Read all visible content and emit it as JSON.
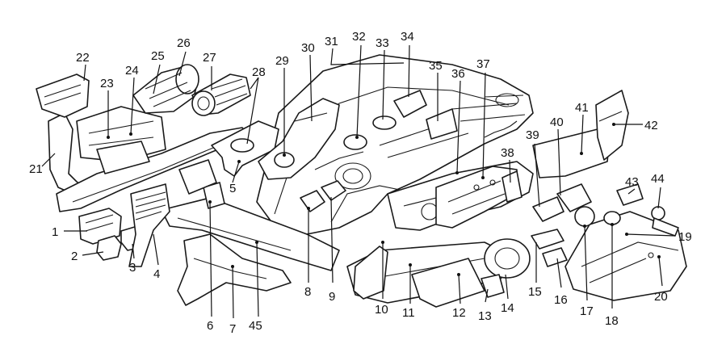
{
  "diagram": {
    "callouts": [
      {
        "id": "1",
        "label": "1"
      },
      {
        "id": "2",
        "label": "2"
      },
      {
        "id": "3",
        "label": "3"
      },
      {
        "id": "4",
        "label": "4"
      },
      {
        "id": "5",
        "label": "5"
      },
      {
        "id": "6",
        "label": "6"
      },
      {
        "id": "7",
        "label": "7"
      },
      {
        "id": "8",
        "label": "8"
      },
      {
        "id": "9",
        "label": "9"
      },
      {
        "id": "10",
        "label": "10"
      },
      {
        "id": "11",
        "label": "11"
      },
      {
        "id": "12",
        "label": "12"
      },
      {
        "id": "13",
        "label": "13"
      },
      {
        "id": "14",
        "label": "14"
      },
      {
        "id": "15",
        "label": "15"
      },
      {
        "id": "16",
        "label": "16"
      },
      {
        "id": "17",
        "label": "17"
      },
      {
        "id": "18",
        "label": "18"
      },
      {
        "id": "19",
        "label": "19"
      },
      {
        "id": "20",
        "label": "20"
      },
      {
        "id": "21",
        "label": "21"
      },
      {
        "id": "22",
        "label": "22"
      },
      {
        "id": "23",
        "label": "23"
      },
      {
        "id": "24",
        "label": "24"
      },
      {
        "id": "25",
        "label": "25"
      },
      {
        "id": "26",
        "label": "26"
      },
      {
        "id": "27",
        "label": "27"
      },
      {
        "id": "28",
        "label": "28"
      },
      {
        "id": "29",
        "label": "29"
      },
      {
        "id": "30",
        "label": "30"
      },
      {
        "id": "31",
        "label": "31"
      },
      {
        "id": "32",
        "label": "32"
      },
      {
        "id": "33",
        "label": "33"
      },
      {
        "id": "34",
        "label": "34"
      },
      {
        "id": "35",
        "label": "35"
      },
      {
        "id": "36",
        "label": "36"
      },
      {
        "id": "37",
        "label": "37"
      },
      {
        "id": "38",
        "label": "38"
      },
      {
        "id": "39",
        "label": "39"
      },
      {
        "id": "40",
        "label": "40"
      },
      {
        "id": "41",
        "label": "41"
      },
      {
        "id": "42",
        "label": "42"
      },
      {
        "id": "43",
        "label": "43"
      },
      {
        "id": "44",
        "label": "44"
      },
      {
        "id": "45",
        "label": "45"
      }
    ]
  }
}
